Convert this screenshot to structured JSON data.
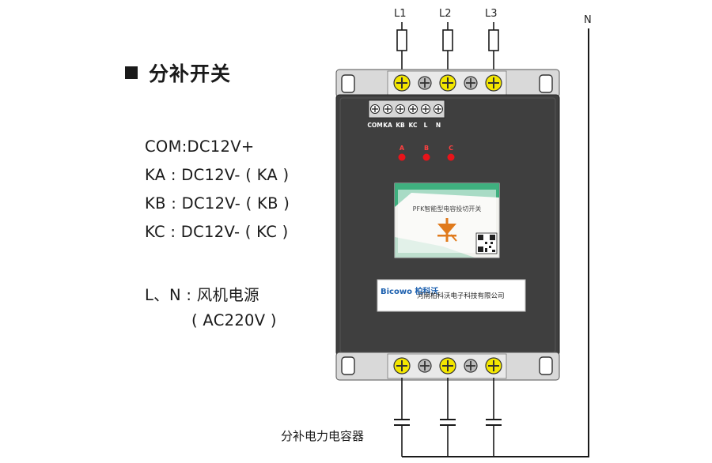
{
  "title": "分补开关",
  "wiring_specs": [
    "COM:DC12V+",
    "KA : DC12V- ( KA )",
    "KB : DC12V- ( KB )",
    "KC : DC12V- ( KC )"
  ],
  "power_label_line1": "L、N : 风机电源",
  "power_label_line2": "( AC220V )",
  "lines": {
    "l1": "L1",
    "l2": "L2",
    "l3": "L3",
    "n": "N"
  },
  "terminal_labels": [
    "COM",
    "KA",
    "KB",
    "KC",
    "L",
    "N"
  ],
  "indicators": [
    "A",
    "B",
    "C"
  ],
  "display_label": "PFK智能型电容投切开关",
  "brand_logo": "Bicowo 柏科沃",
  "company_name": "河南柏科沃电子科技有限公司",
  "capacitor_label": "分补电力电容器",
  "colors": {
    "body": "#3f3f3f",
    "terminal_yellow": "#f3e600",
    "led": "#e8141a",
    "display_accent": "#1fa36b",
    "wire": "#1a1a1a"
  }
}
